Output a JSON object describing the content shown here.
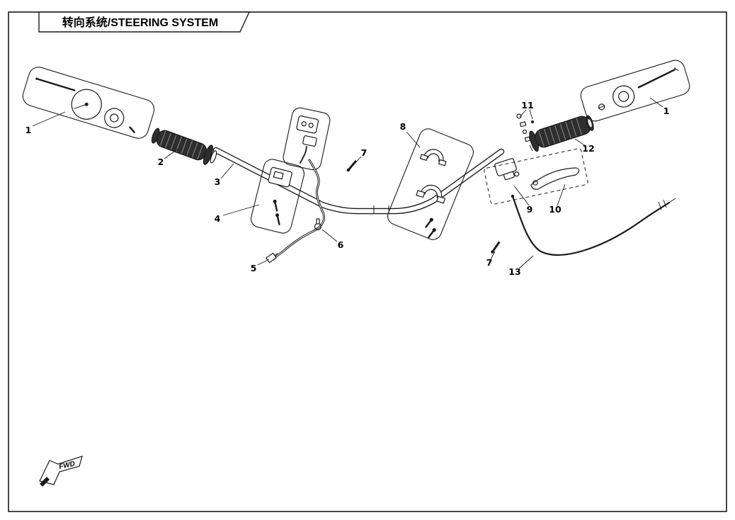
{
  "header": {
    "title": "转向系统/STEERING SYSTEM"
  },
  "fwd": {
    "label": "FWD"
  },
  "callouts": {
    "grip_cap_left": "1",
    "grip_left": "2",
    "handlebar": "3",
    "switch_left": "4",
    "connector": "5",
    "cable_clamp": "6",
    "pin_upper": "7",
    "clamp_panel": "8",
    "throttle_housing": "9",
    "brake_lever": "10",
    "fasteners": "11",
    "grip_right": "12",
    "pin_lower": "7",
    "throttle_cable": "13",
    "grip_cap_right": "1"
  },
  "colors": {
    "ink": "#1a1a1a",
    "grip": "#2e2e2e"
  }
}
